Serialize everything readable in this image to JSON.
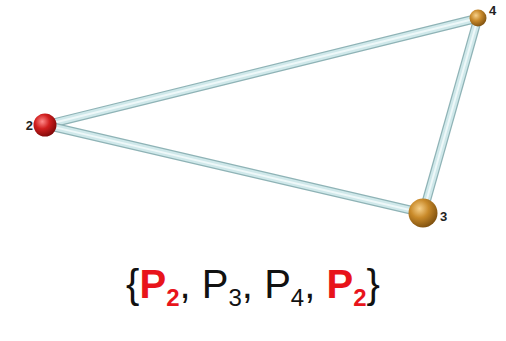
{
  "diagram": {
    "nodes": [
      {
        "text": [
          "2"
        ]
      },
      {
        "text": [
          "4"
        ]
      },
      {
        "text": [
          "3"
        ]
      }
    ],
    "edges": [
      {
        "from": 0,
        "to": 1,
        "arrow": "none"
      },
      {
        "from": 1,
        "to": 2,
        "arrow": "none"
      },
      {
        "from": 2,
        "to": 0,
        "arrow": "none"
      }
    ],
    "labels": [
      "{",
      "P2",
      ",",
      "P3",
      ",",
      "P4",
      ",",
      "P2",
      "}"
    ]
  }
}
